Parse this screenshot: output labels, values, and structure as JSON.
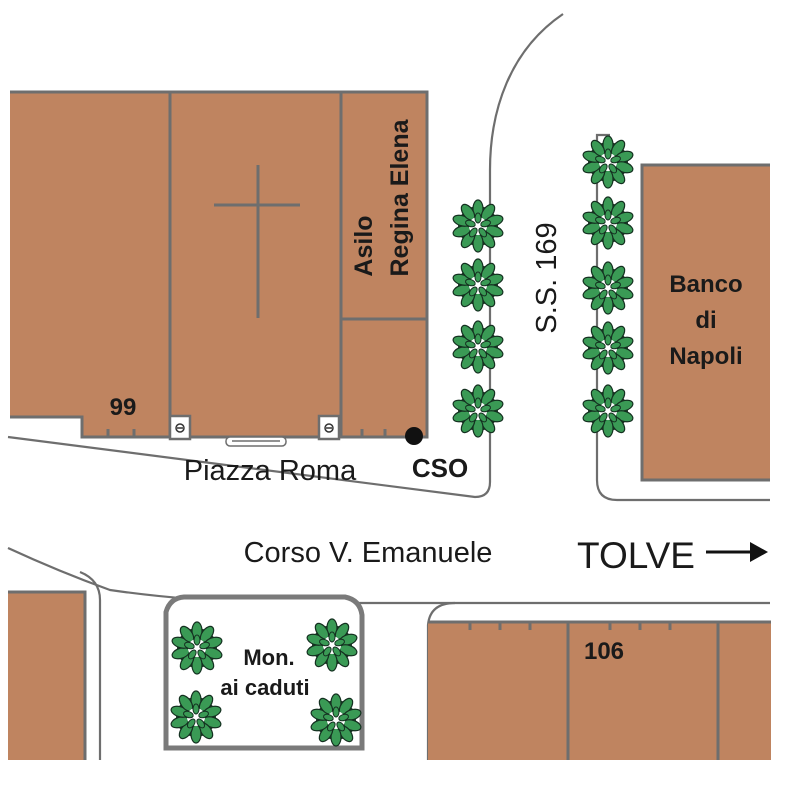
{
  "colors": {
    "building": "#bf8460",
    "outline": "#6e6e6e",
    "tree_leaf": "#2f8a4a",
    "tree_dark": "#1e3b26",
    "background": "#ffffff"
  },
  "icons": {
    "tree": "tree-icon",
    "bus_stop": "stop-marker-icon",
    "arrow": "arrow-right-icon",
    "church": "cross-icon"
  },
  "labels": {
    "asilo_line1": "Asilo",
    "asilo_line2": "Regina Elena",
    "ss": "S.S. 169",
    "banco_line1": "Banco",
    "banco_line2": "di",
    "banco_line3": "Napoli",
    "num_99": "99",
    "piazza": "Piazza Roma",
    "cso": "CSO",
    "corso": "Corso V. Emanuele",
    "tolve": "TOLVE",
    "mon_line1": "Mon.",
    "mon_line2": "ai caduti",
    "num_106": "106"
  }
}
